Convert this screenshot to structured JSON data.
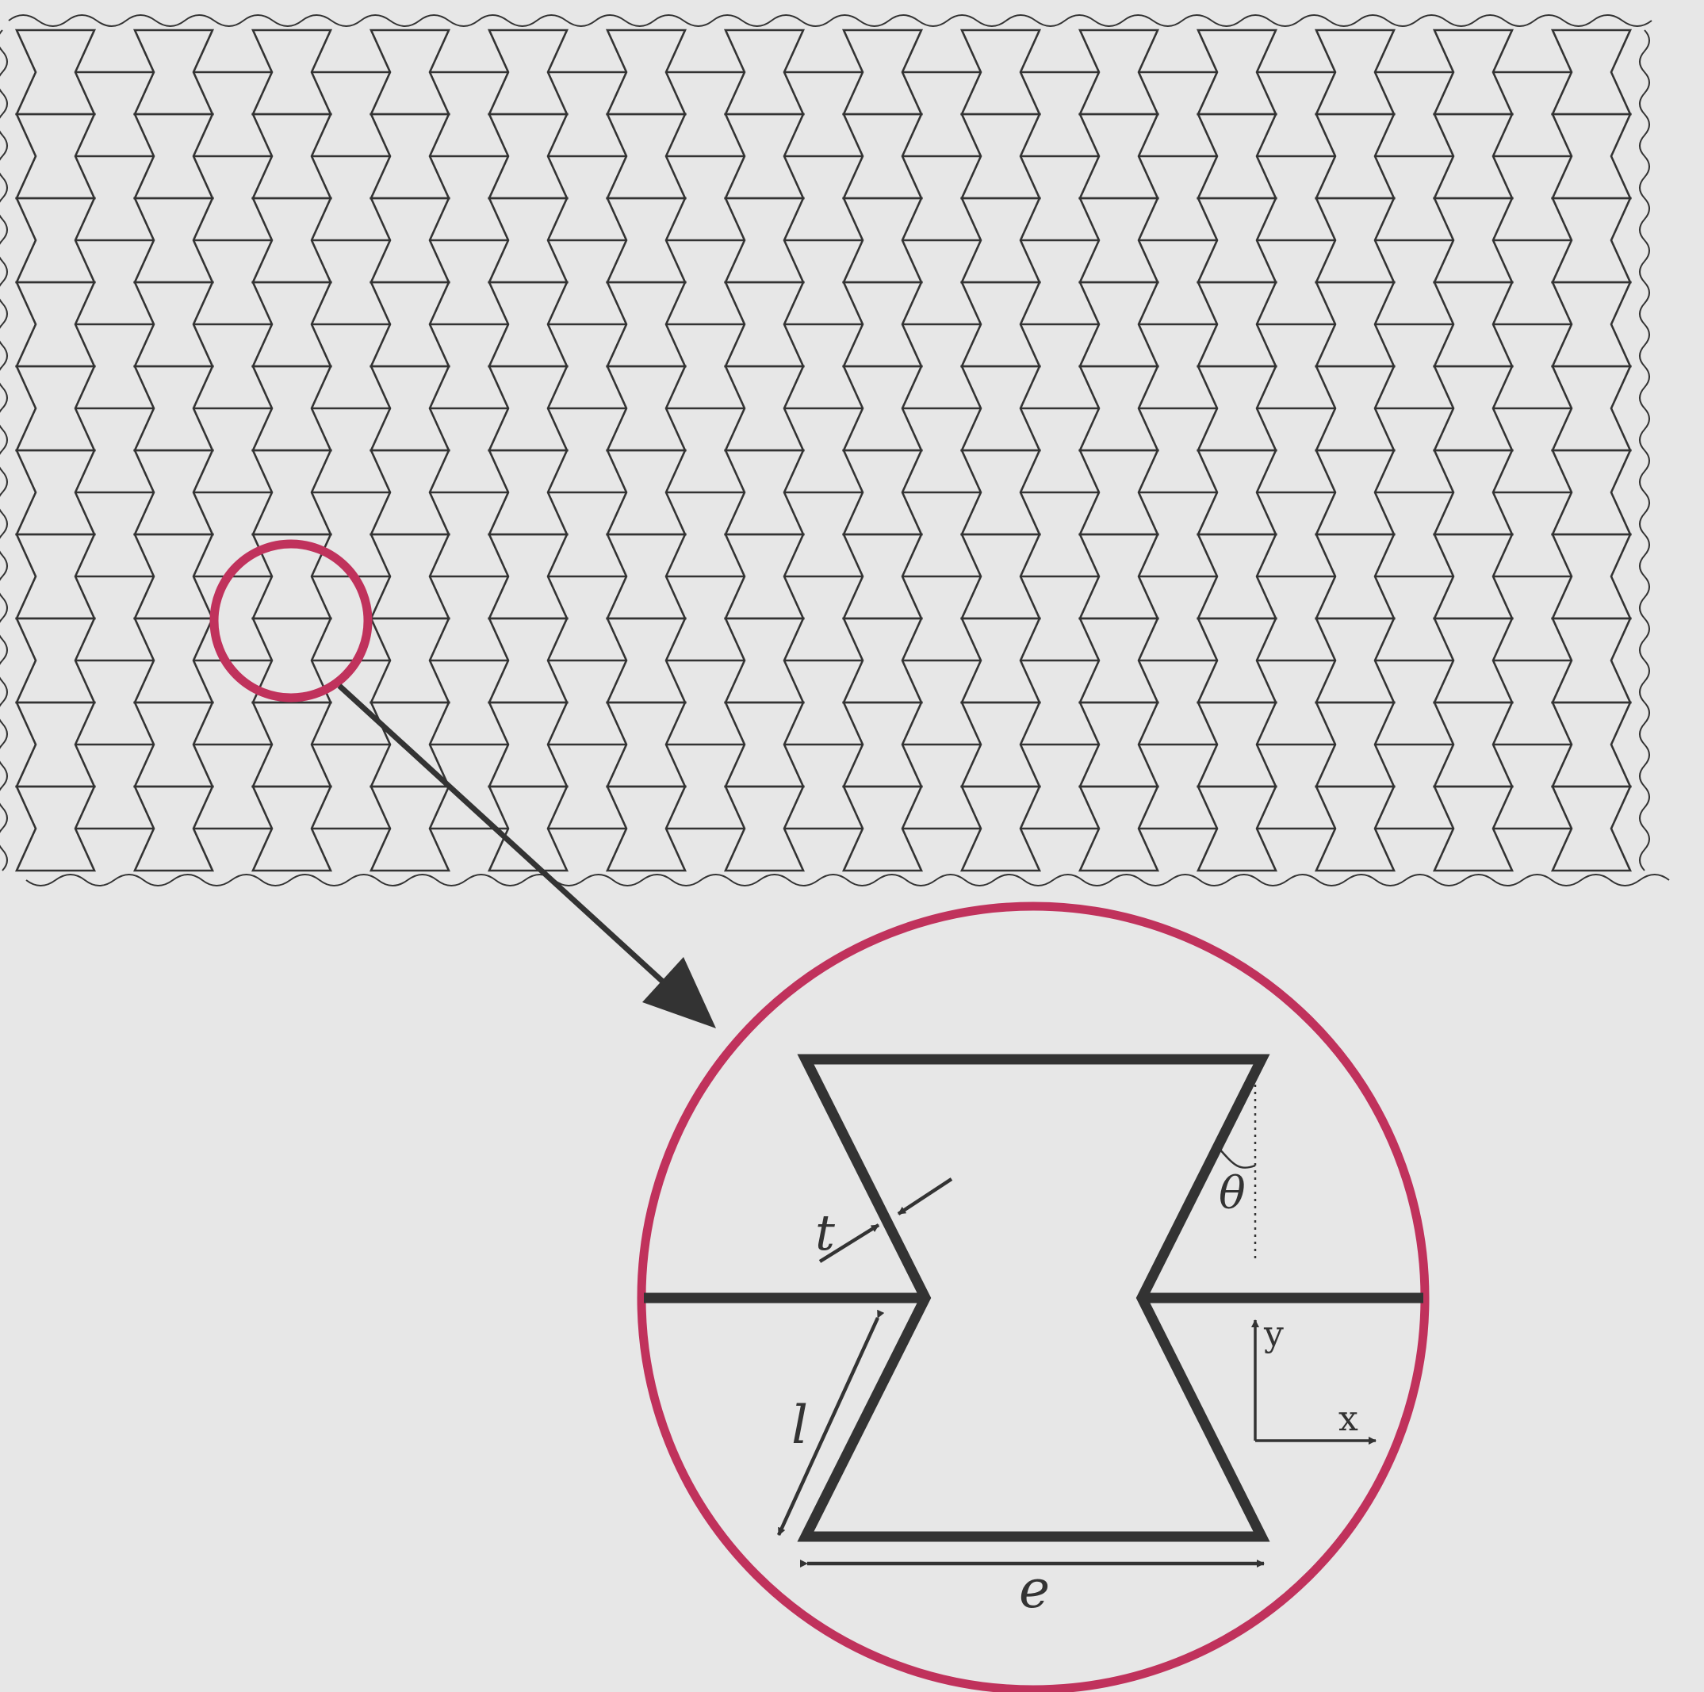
{
  "labels": {
    "thickness": "t",
    "angle": "θ",
    "length": "l",
    "width": "e",
    "axis_x": "x",
    "axis_y": "y"
  },
  "lattice": {
    "columns": 14,
    "rows": 10
  },
  "colors": {
    "background": "#e7e7e7",
    "line": "#333333",
    "highlight": "#c0325c"
  }
}
